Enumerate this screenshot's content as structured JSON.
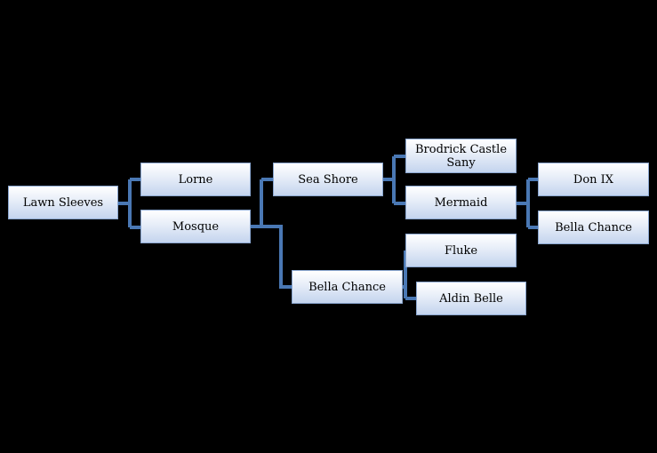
{
  "tree": {
    "nodes": {
      "root": {
        "name": "Lawn Sleeves"
      },
      "sire": {
        "name": "Lorne"
      },
      "dam": {
        "name": "Mosque"
      },
      "dam_sire": {
        "name": "Sea Shore"
      },
      "dam_dam": {
        "name": "Bella Chance"
      },
      "dam_sire_sire": {
        "name": "Brodrick Castle Sany"
      },
      "dam_sire_dam": {
        "name": "Mermaid"
      },
      "dam_dam_sire": {
        "name": "Fluke"
      },
      "dam_dam_dam": {
        "name": "Aldin Belle"
      },
      "dam_sire_dam_sire": {
        "name": "Don IX"
      },
      "dam_sire_dam_dam": {
        "name": "Bella Chance"
      }
    }
  },
  "colors": {
    "background": "#000000",
    "connector": "#4a78b4",
    "node_border": "#8aa6cf",
    "node_fill_top": "#ffffff",
    "node_fill_bottom": "#c4d4ee"
  }
}
